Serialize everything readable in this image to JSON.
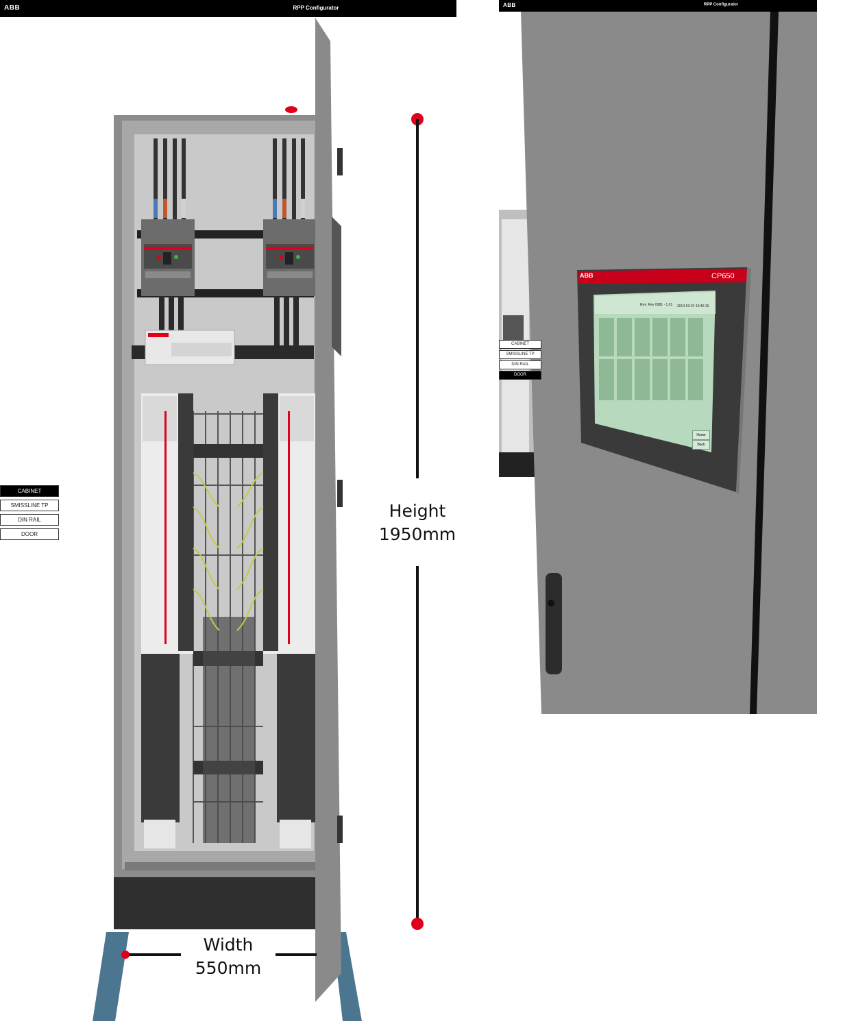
{
  "left_view": {
    "header": {
      "logo": "ABB",
      "title": "RPP Configurator"
    },
    "menu": [
      {
        "label": "CABINET",
        "active": true
      },
      {
        "label": "SMISSLINE TP",
        "active": false
      },
      {
        "label": "DIN RAIL",
        "active": false
      },
      {
        "label": "DOOR",
        "active": false
      }
    ],
    "dimensions": {
      "height_label": "Height",
      "height_value": "1950mm",
      "width_label": "Width",
      "width_value": "550mm"
    }
  },
  "right_view": {
    "header": {
      "logo": "ABB",
      "title": "RPP Configurator"
    },
    "menu": [
      {
        "label": "CABINET",
        "active": false
      },
      {
        "label": "SMISSLINE TP",
        "active": false
      },
      {
        "label": "DIN RAIL",
        "active": false
      },
      {
        "label": "DOOR",
        "active": true
      }
    ],
    "hmi": {
      "brand": "ABB",
      "model": "CP650",
      "screen_header_left": "Rev: Rev 0981 - 1.01",
      "screen_header_right": "2014-03-24 10:45:15",
      "buttons": [
        "Home",
        "Back"
      ]
    }
  },
  "colors": {
    "topbar": "#000000",
    "accent_red": "#e0001b",
    "cabinet_grey": "#8c8c8c",
    "door_grey": "#8a8a8a",
    "screen_green": "#b7d9bd",
    "feet_blue": "#4c7690"
  }
}
